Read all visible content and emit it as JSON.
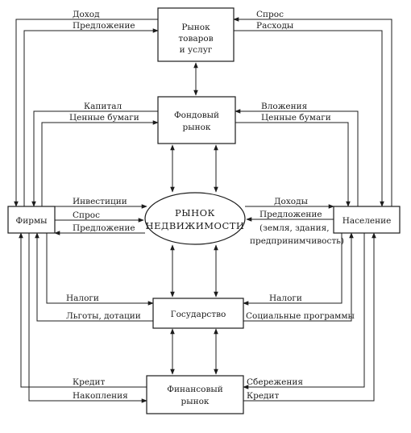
{
  "nodes": {
    "goods_market": [
      "Рынок",
      "товаров",
      "и услуг"
    ],
    "stock_market": [
      "Фондовый",
      "рынок"
    ],
    "real_estate": [
      "РЫНОК",
      "НЕДВИЖИМОСТИ"
    ],
    "firms": "Фирмы",
    "households": "Население",
    "government": "Государство",
    "financial_market": [
      "Финансовый",
      "рынок"
    ]
  },
  "flows": {
    "goods_firms_income": "Доход",
    "goods_firms_supply": "Предложение",
    "goods_house_demand": "Спрос",
    "goods_house_expenses": "Расходы",
    "stock_firms_capital": "Капитал",
    "stock_firms_securities": "Ценные бумаги",
    "stock_house_investments": "Вложения",
    "stock_house_securities": "Ценные бумаги",
    "re_firms_investments": "Инвестиции",
    "re_firms_demand": "Спрос",
    "re_firms_supply": "Предложение",
    "re_house_income": "Доходы",
    "re_house_supply": "Предложение",
    "re_house_supply_note": [
      "(земля, здания,",
      "предпринимчивость)"
    ],
    "gov_firms_taxes": "Налоги",
    "gov_firms_benefits": "Льготы, дотации",
    "gov_house_taxes": "Налоги",
    "gov_house_social": "Социальные программы",
    "fin_firms_credit": "Кредит",
    "fin_firms_savings": "Накопления",
    "fin_house_savings": "Сбережения",
    "fin_house_credit": "Кредит"
  },
  "colors": {
    "ink": "#1c1c1c",
    "background": "#ffffff"
  }
}
